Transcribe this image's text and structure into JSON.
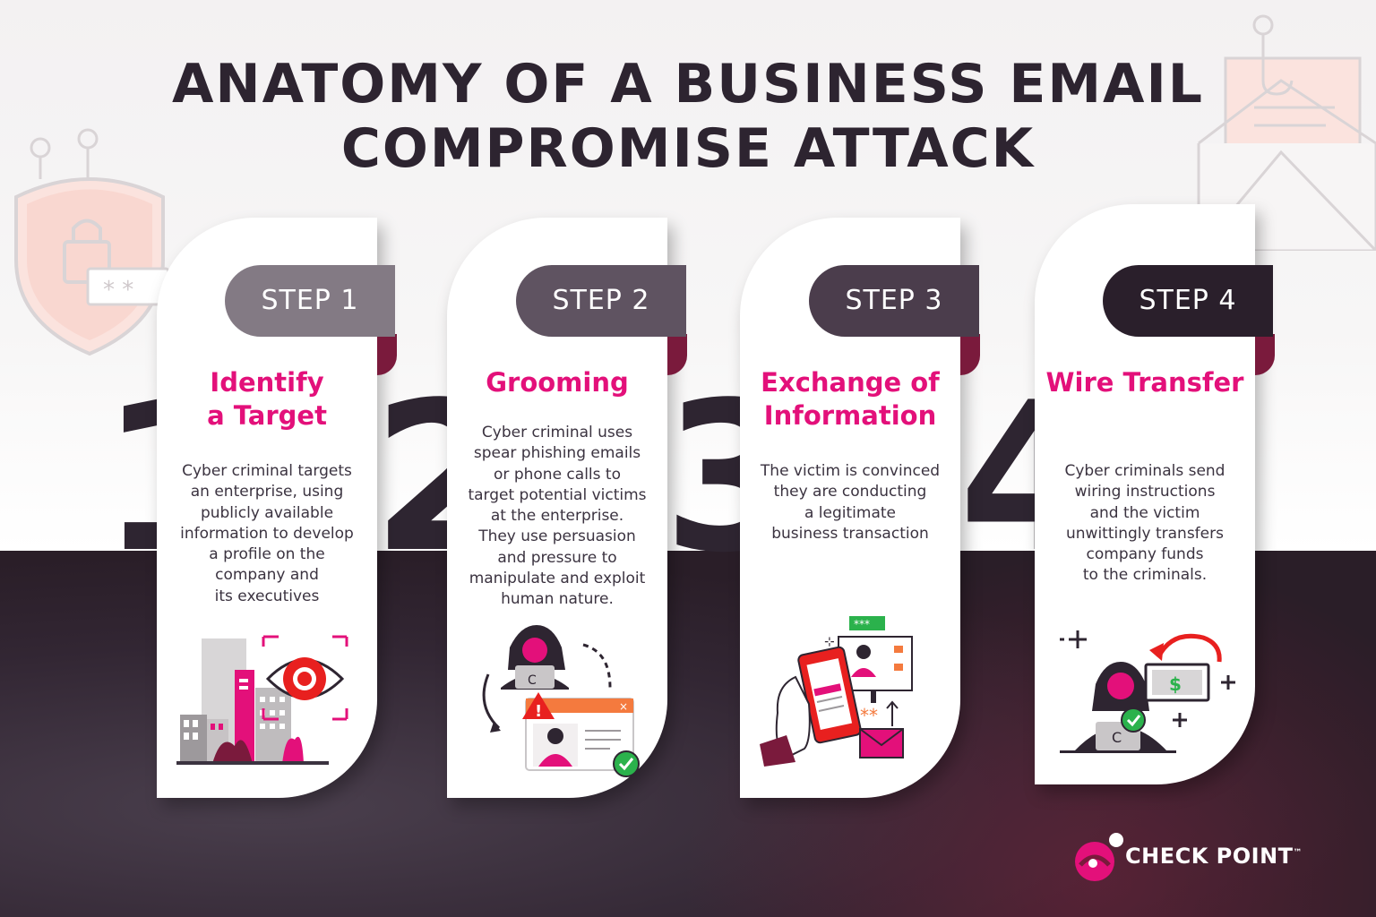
{
  "title": {
    "line1": "ANATOMY OF A BUSINESS EMAIL",
    "line2": "COMPROMISE ATTACK"
  },
  "steps": [
    {
      "number": "1",
      "tab_label": "STEP 1",
      "tab_color": "#837a84",
      "title_line1": "Identify",
      "title_line2": "a Target",
      "desc": [
        "Cyber criminal targets",
        "an enterprise, using",
        "publicly available",
        "information to develop",
        "a profile on the",
        "company and",
        "its executives"
      ]
    },
    {
      "number": "2",
      "tab_label": "STEP 2",
      "tab_color": "#5f5361",
      "title_line1": "Grooming",
      "title_line2": "",
      "desc": [
        "Cyber criminal uses",
        "spear phishing emails",
        "or phone calls to",
        "target potential victims",
        "at the enterprise.",
        "They use persuasion",
        "and pressure to",
        "manipulate and exploit",
        "human nature."
      ]
    },
    {
      "number": "3",
      "tab_label": "STEP 3",
      "tab_color": "#4b3d4c",
      "title_line1": "Exchange of",
      "title_line2": "Information",
      "desc": [
        "The victim is convinced",
        "they are conducting",
        "a legitimate",
        "business transaction"
      ]
    },
    {
      "number": "4",
      "tab_label": "STEP 4",
      "tab_color": "#2a1f2b",
      "title_line1": "Wire Transfer",
      "title_line2": "",
      "desc": [
        "Cyber criminals send",
        "wiring instructions",
        "and the victim",
        "unwittingly transfers",
        "company funds",
        "to the criminals."
      ]
    }
  ],
  "illustrations": {
    "password_dots": "***",
    "money_symbol": "$"
  },
  "logo": {
    "text": "CHECK POINT",
    "trademark": "™"
  },
  "colors": {
    "accent": "#e3107a",
    "dark": "#2e2531",
    "fold": "#7a1a3c"
  }
}
